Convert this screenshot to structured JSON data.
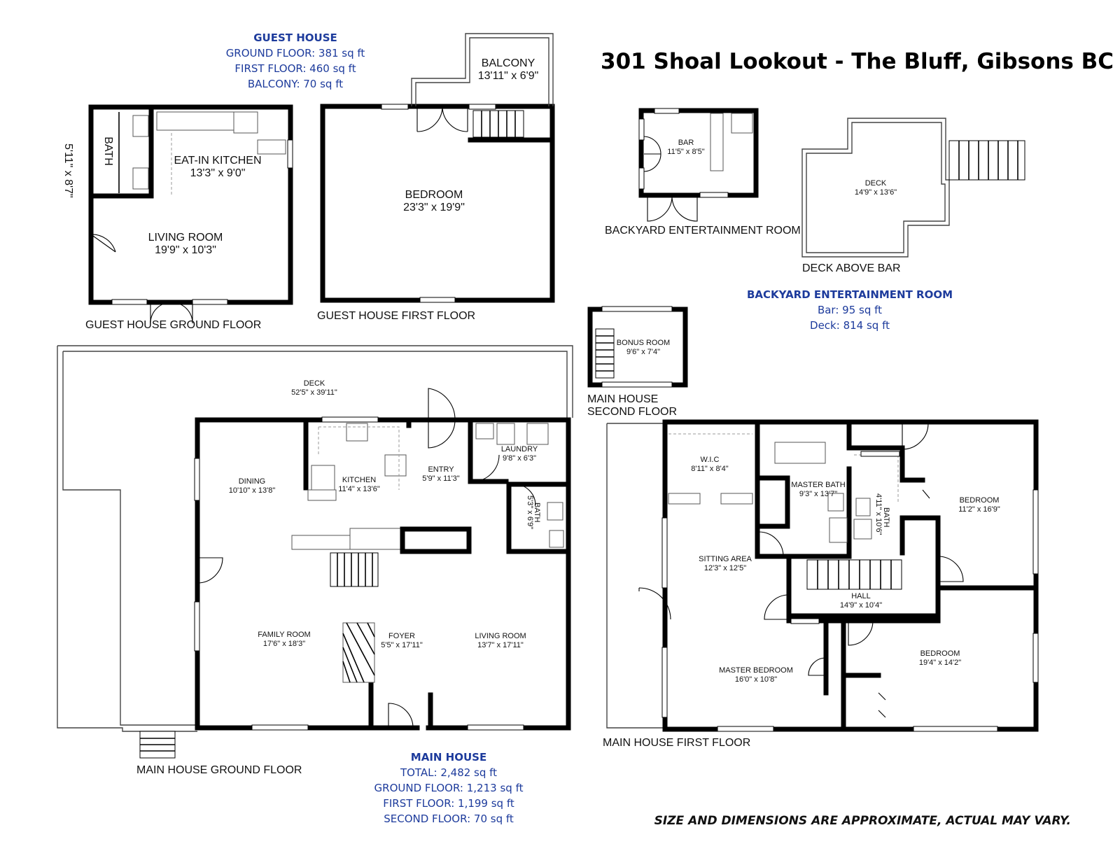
{
  "title": "301 Shoal Lookout - The Bluff, Gibsons BC",
  "disclaimer": "SIZE AND DIMENSIONS ARE APPROXIMATE, ACTUAL MAY VARY.",
  "guest_house_summary": {
    "heading": "GUEST HOUSE",
    "ground": "GROUND FLOOR: 381 sq ft",
    "first": "FIRST FLOOR: 460 sq ft",
    "balcony": "BALCONY: 70 sq ft"
  },
  "backyard_summary": {
    "heading": "BACKYARD ENTERTAINMENT ROOM",
    "bar": "Bar: 95 sq ft",
    "deck": "Deck: 814 sq ft"
  },
  "main_house_summary": {
    "heading": "MAIN HOUSE",
    "total": "TOTAL: 2,482 sq ft",
    "ground": "GROUND FLOOR: 1,213 sq ft",
    "first": "FIRST FLOOR: 1,199 sq ft",
    "second": "SECOND FLOOR: 70 sq ft"
  },
  "floor_labels": {
    "guest_ground": "GUEST HOUSE GROUND FLOOR",
    "guest_first": "GUEST HOUSE FIRST FLOOR",
    "backyard_room": "BACKYARD ENTERTAINMENT ROOM",
    "deck_above_bar": "DECK ABOVE BAR",
    "main_second_1": "MAIN HOUSE",
    "main_second_2": "SECOND FLOOR",
    "main_ground": "MAIN HOUSE GROUND FLOOR",
    "main_first": "MAIN HOUSE FIRST FLOOR"
  },
  "rooms": {
    "gh_bath": {
      "name": "BATH",
      "dim": "5'11\" x 8'7\""
    },
    "gh_kitchen": {
      "name": "EAT-IN KITCHEN",
      "dim": "13'3\" x 9'0\""
    },
    "gh_living": {
      "name": "LIVING ROOM",
      "dim": "19'9\" x 10'3\""
    },
    "gh_bedroom": {
      "name": "BEDROOM",
      "dim": "23'3\" x 19'9\""
    },
    "gh_balcony": {
      "name": "BALCONY",
      "dim": "13'11\" x 6'9\""
    },
    "bar": {
      "name": "BAR",
      "dim": "11'5\" x 8'5\""
    },
    "deck_bar": {
      "name": "DECK",
      "dim": "14'9\" x 13'6\""
    },
    "bonus": {
      "name": "BONUS ROOM",
      "dim": "9'6\" x 7'4\""
    },
    "main_deck": {
      "name": "DECK",
      "dim": "52'5\" x 39'11\""
    },
    "dining": {
      "name": "DINING",
      "dim": "10'10\" x 13'8\""
    },
    "kitchen": {
      "name": "KITCHEN",
      "dim": "11'4\" x 13'6\""
    },
    "entry": {
      "name": "ENTRY",
      "dim": "5'9\" x 11'3\""
    },
    "laundry": {
      "name": "LAUNDRY",
      "dim": "9'8\" x 6'3\""
    },
    "main_bath": {
      "name": "BATH",
      "dim": "5'3\" x 6'9\""
    },
    "family": {
      "name": "FAMILY ROOM",
      "dim": "17'6\" x 18'3\""
    },
    "foyer": {
      "name": "FOYER",
      "dim": "5'5\" x 17'11\""
    },
    "living": {
      "name": "LIVING ROOM",
      "dim": "13'7\" x 17'11\""
    },
    "wic": {
      "name": "W.I.C",
      "dim": "8'11\" x 8'4\""
    },
    "master_bath": {
      "name": "MASTER BATH",
      "dim": "9'3\" x 13'7\""
    },
    "bath2": {
      "name": "BATH",
      "dim": "4'11\" x 10'6\""
    },
    "bedroom_a": {
      "name": "BEDROOM",
      "dim": "11'2\" x 16'9\""
    },
    "sitting": {
      "name": "SITTING AREA",
      "dim": "12'3\" x 12'5\""
    },
    "hall": {
      "name": "HALL",
      "dim": "14'9\" x 10'4\""
    },
    "master_bedroom": {
      "name": "MASTER BEDROOM",
      "dim": "16'0\" x 10'8\""
    },
    "bedroom_b": {
      "name": "BEDROOM",
      "dim": "19'4\" x 14'2\""
    }
  }
}
